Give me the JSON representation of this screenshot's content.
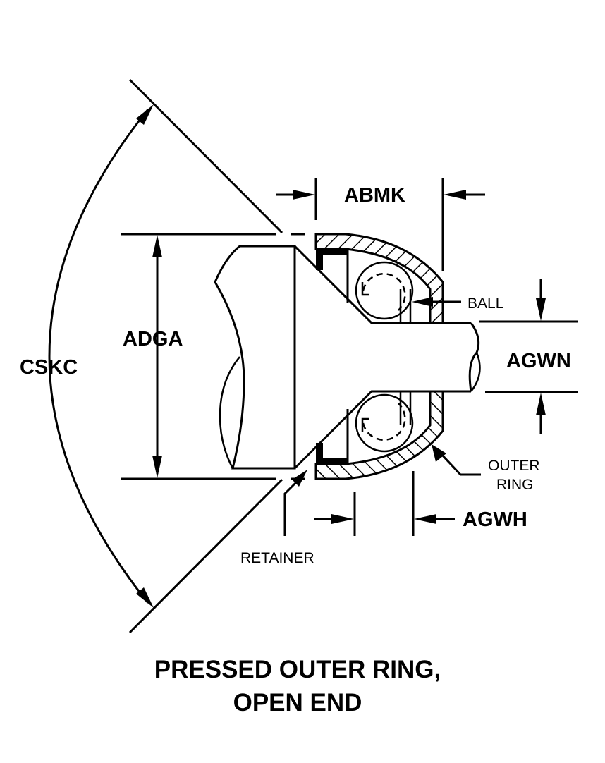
{
  "diagram": {
    "title_line1": "PRESSED OUTER RING,",
    "title_line2": "OPEN END",
    "dimensions": {
      "angle": "CSKC",
      "head_diameter": "ADGA",
      "overall_width": "ABMK",
      "shank_diameter": "AGWN",
      "ring_width": "AGWH"
    },
    "callouts": {
      "ball": "BALL",
      "outer_ring_1": "OUTER",
      "outer_ring_2": "RING",
      "retainer": "RETAINER"
    }
  }
}
